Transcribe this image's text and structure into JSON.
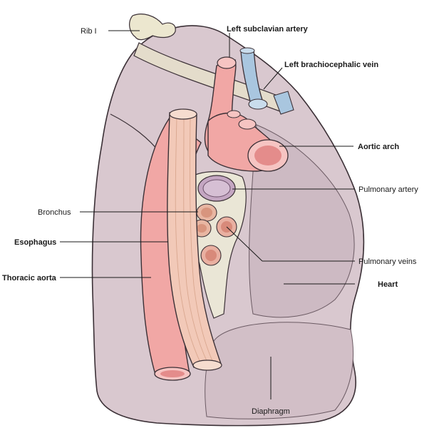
{
  "figure": {
    "labels": {
      "rib_i": "Rib I",
      "left_subclavian_artery": "Left subclavian artery",
      "left_brachiocephalic_vein": "Left brachiocephalic vein",
      "aortic_arch": "Aortic arch",
      "pulmonary_artery": "Pulmonary artery",
      "bronchus": "Bronchus",
      "esophagus": "Esophagus",
      "thoracic_aorta": "Thoracic aorta",
      "pulmonary_veins": "Pulmonary veins",
      "heart": "Heart",
      "diaphragm": "Diaphragm"
    }
  },
  "colors": {
    "lung": "#d9c8cf",
    "lung_dark": "#c8b3bc",
    "outline": "#3b3036",
    "artery": "#f1a7a5",
    "artery_dark": "#e48c8b",
    "vein": "#a9c6df",
    "esophagus": "#f2c9b8",
    "rib": "#ece7cf",
    "bronchus": "#e8b6a2",
    "pulmonary_artery_fill": "#c4a6c2",
    "hilum": "#eae6d6"
  }
}
